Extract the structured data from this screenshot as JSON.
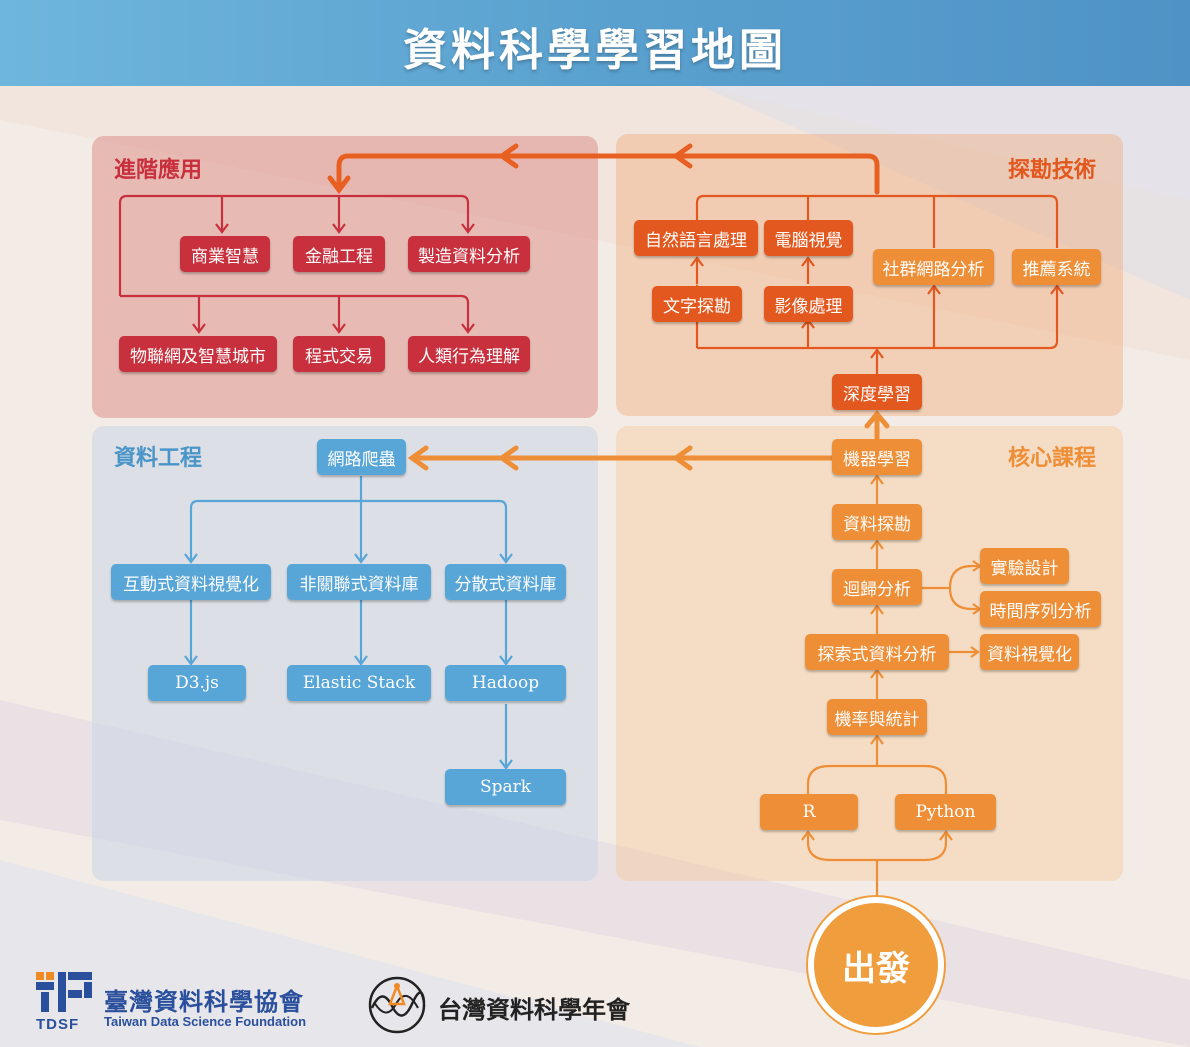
{
  "title": "資料科學學習地圖",
  "panels": {
    "advanced": "進階應用",
    "explore_tech": "探勘技術",
    "data_engineering": "資料工程",
    "core": "核心課程"
  },
  "advanced_nodes": [
    "商業智慧",
    "金融工程",
    "製造資料分析",
    "物聯網及智慧城市",
    "程式交易",
    "人類行為理解"
  ],
  "explore_nodes": {
    "nlp": "自然語言處理",
    "cv": "電腦視覺",
    "text_mining": "文字探勘",
    "image_proc": "影像處理",
    "social": "社群網路分析",
    "recommender": "推薦系統",
    "deep_learning": "深度學習"
  },
  "de_nodes": {
    "crawler": "網路爬蟲",
    "interactive_vis": "互動式資料視覺化",
    "nosql": "非關聯式資料庫",
    "distributed_db": "分散式資料庫",
    "d3": "D3.js",
    "elastic": "Elastic Stack",
    "hadoop": "Hadoop",
    "spark": "Spark"
  },
  "core_nodes": {
    "ml": "機器學習",
    "data_mining": "資料探勘",
    "regression": "迴歸分析",
    "experiment": "實驗設計",
    "timeseries": "時間序列分析",
    "eda": "探索式資料分析",
    "dataviz": "資料視覺化",
    "probstat": "機率與統計",
    "r": "R",
    "python": "Python"
  },
  "start": "出發",
  "footer": {
    "tdsf_cn": "臺灣資料科學協會",
    "tdsf_en": "Taiwan Data Science Foundation",
    "tdsf_abbr": "TDSF",
    "conf_cn": "台灣資料科學年會"
  },
  "colors": {
    "header": "#5aa1cf",
    "advanced": "#c9303d",
    "explore": "#e3581f",
    "core": "#ee8e37",
    "engineering": "#58a5d8",
    "logo_blue": "#2a4f9d",
    "logo_orange": "#f08a24"
  }
}
